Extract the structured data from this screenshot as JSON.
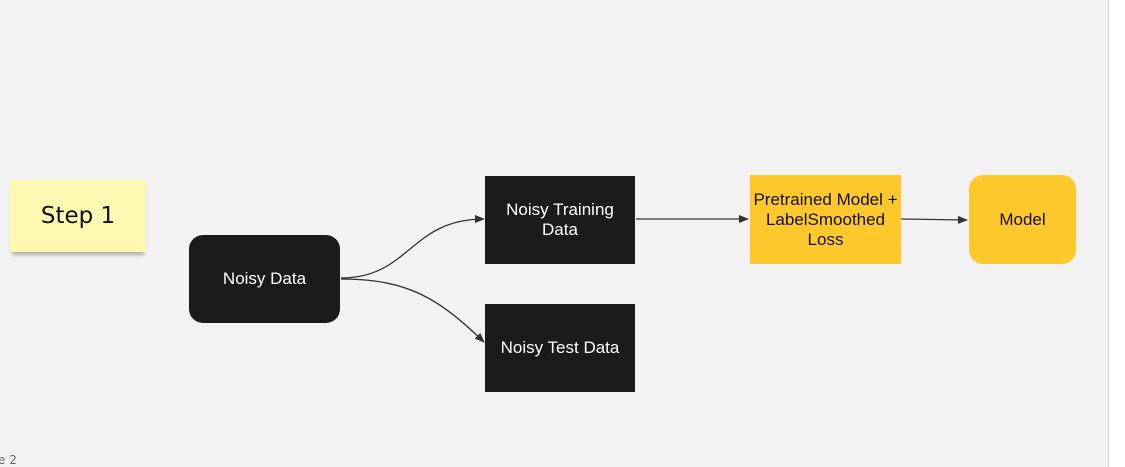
{
  "sticky_note": {
    "text": "Step 1"
  },
  "nodes": {
    "noisy_data": "Noisy Data",
    "noisy_training_data": "Noisy Training Data",
    "noisy_test_data": "Noisy Test Data",
    "pretrained_model": "Pretrained Model + LabelSmoothed Loss",
    "model": "Model"
  },
  "page_label": "e 2",
  "colors": {
    "canvas": "#f2f2f2",
    "dark_node": "#1b1b1b",
    "yellow_node": "#ffc82c",
    "sticky": "#fff8b3",
    "edge": "#333333"
  }
}
